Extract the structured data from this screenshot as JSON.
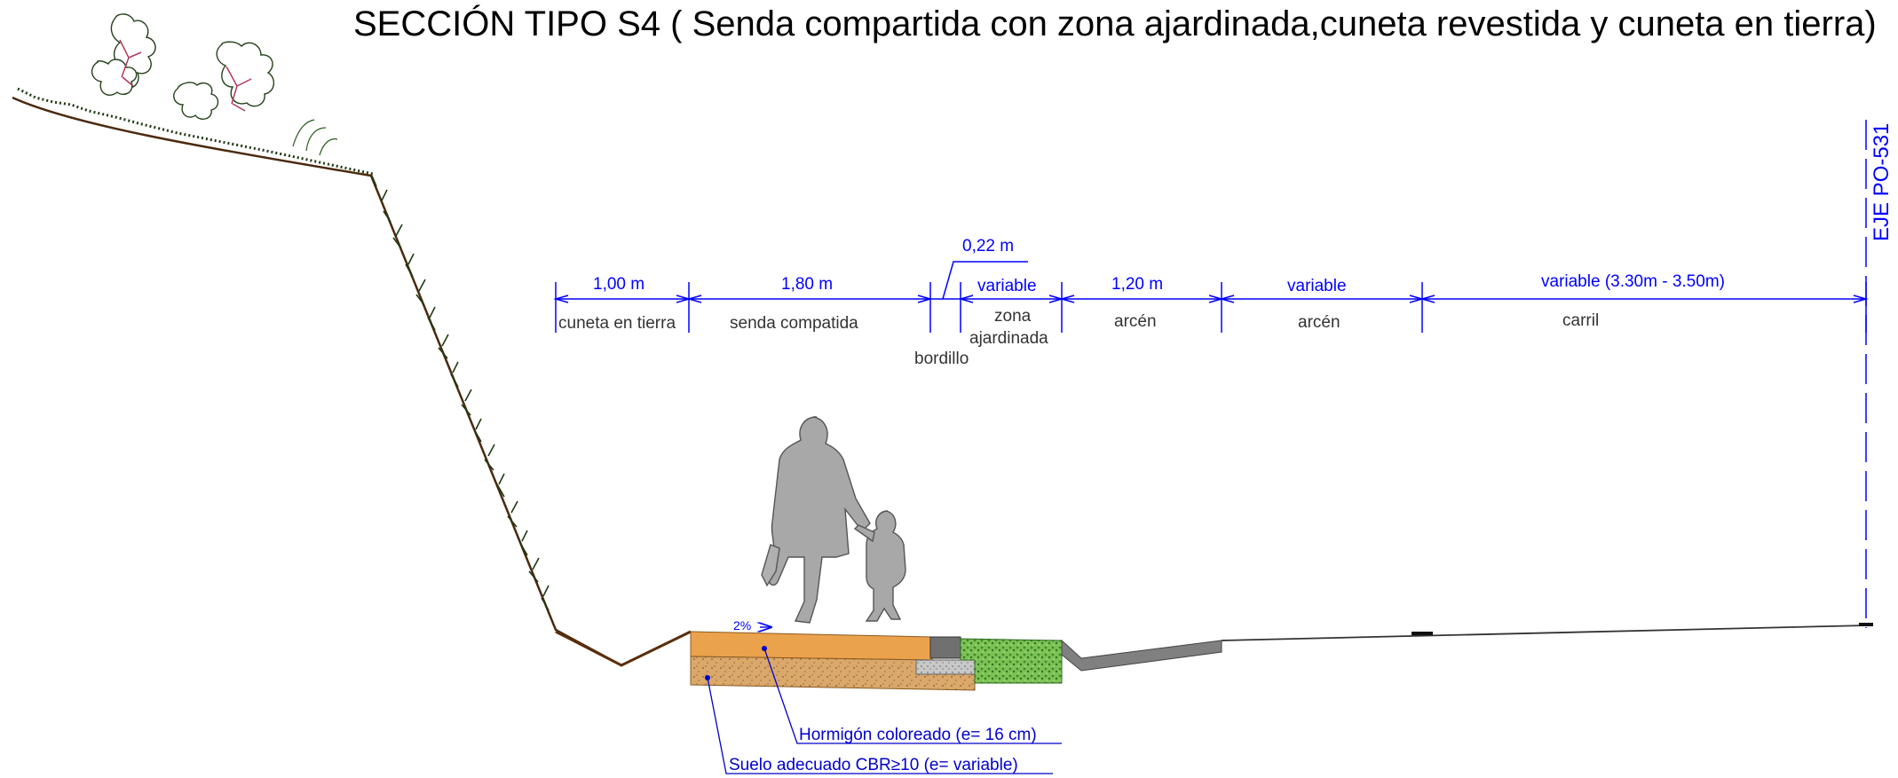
{
  "title": "SECCIÓN TIPO S4 ( Senda compartida con zona ajardinada,cuneta revestida y cuneta en tierra)",
  "axis_label": "EJE PO-531",
  "dimensions": {
    "cuneta": "1,00 m",
    "senda": "1,80 m",
    "bordillo": "0,22 m",
    "zona": "variable",
    "arcen1": "1,20 m",
    "arcen2": "variable",
    "carril": "variable (3.30m - 3.50m)"
  },
  "zones": {
    "cuneta": "cuneta en tierra",
    "senda": "senda compatida",
    "bordillo": "bordillo",
    "zona_line1": "zona",
    "zona_line2": "ajardinada",
    "arcen1": "arcén",
    "arcen2": "arcén",
    "carril": "carril"
  },
  "slope": "2%",
  "callouts": {
    "hormigon": "Hormigón coloreado (e= 16 cm)",
    "suelo": "Suelo adecuado CBR≥10 (e= variable)"
  },
  "colors": {
    "dimension": "#0000ff",
    "hormigon": "#eba24c",
    "suelo": "#d9a86a",
    "garden": "#6fb24a",
    "ground": "#4a2a0e",
    "vegetation": "#1e3a12",
    "asphalt": "#808080"
  },
  "icons": [
    "pedestrian-adult-icon",
    "pedestrian-child-icon",
    "shrub-icon"
  ]
}
